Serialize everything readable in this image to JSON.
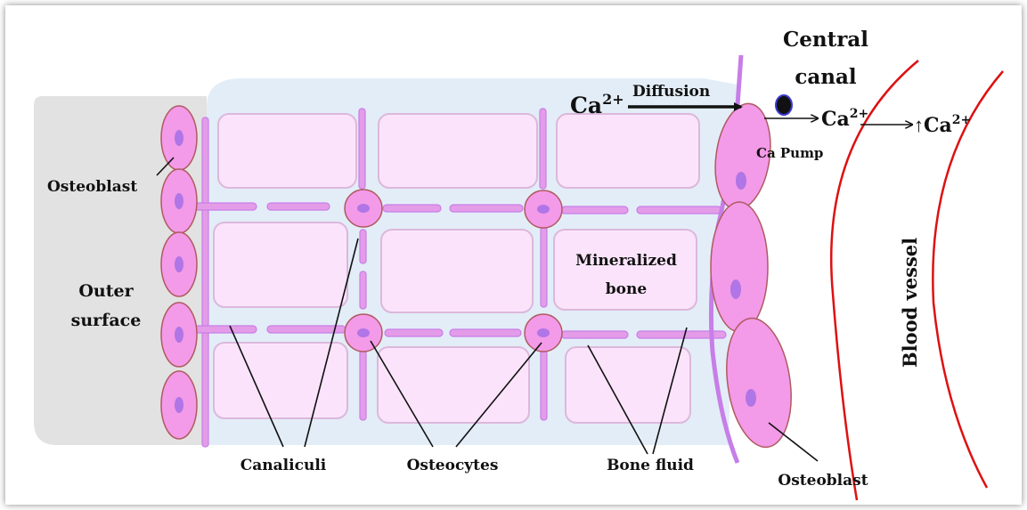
{
  "labels": {
    "osteoblast_left": "Osteoblast",
    "outer_surface_line1": "Outer",
    "outer_surface_line2": "surface",
    "canaliculi": "Canaliculi",
    "osteocytes": "Osteocytes",
    "bone_fluid": "Bone fluid",
    "osteoblast_right": "Osteoblast",
    "mineralized_line1": "Mineralized",
    "mineralized_line2": "bone",
    "central_line1": "Central",
    "central_line2": "canal",
    "diffusion": "Diffusion",
    "ca_pump": "Ca Pump",
    "blood_vessel": "Blood vessel",
    "ca_base": "Ca",
    "ca_charge": "2+",
    "up_arrow": "↑"
  },
  "colors": {
    "cell_fill": "#f39ae8",
    "nucleus": "#b075e6",
    "canal_line": "#c77ee8",
    "bone_fluid_bg": "#e3edf7",
    "bone_block": "#fbe4fb",
    "outer_surface_bg": "#e2e2e2",
    "blood_vessel_line": "#dd1111"
  }
}
